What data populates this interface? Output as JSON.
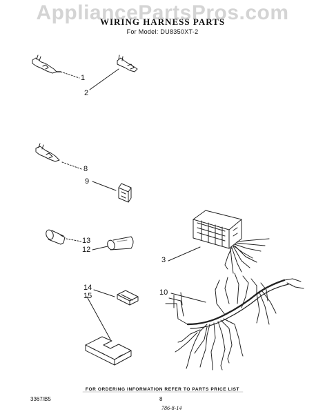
{
  "watermark": "AppliancePartsPros.com",
  "title": "WIRING HARNESS PARTS",
  "subtitle": "For Model: DU8350XT-2",
  "callouts": [
    "1",
    "2",
    "8",
    "9",
    "13",
    "12",
    "3",
    "14",
    "15",
    "10"
  ],
  "footer": {
    "note": "FOR ORDERING INFORMATION REFER TO PARTS PRICE LIST",
    "doc_code": "3367/B5",
    "page_number": "8",
    "handwritten": "786-8-14"
  }
}
